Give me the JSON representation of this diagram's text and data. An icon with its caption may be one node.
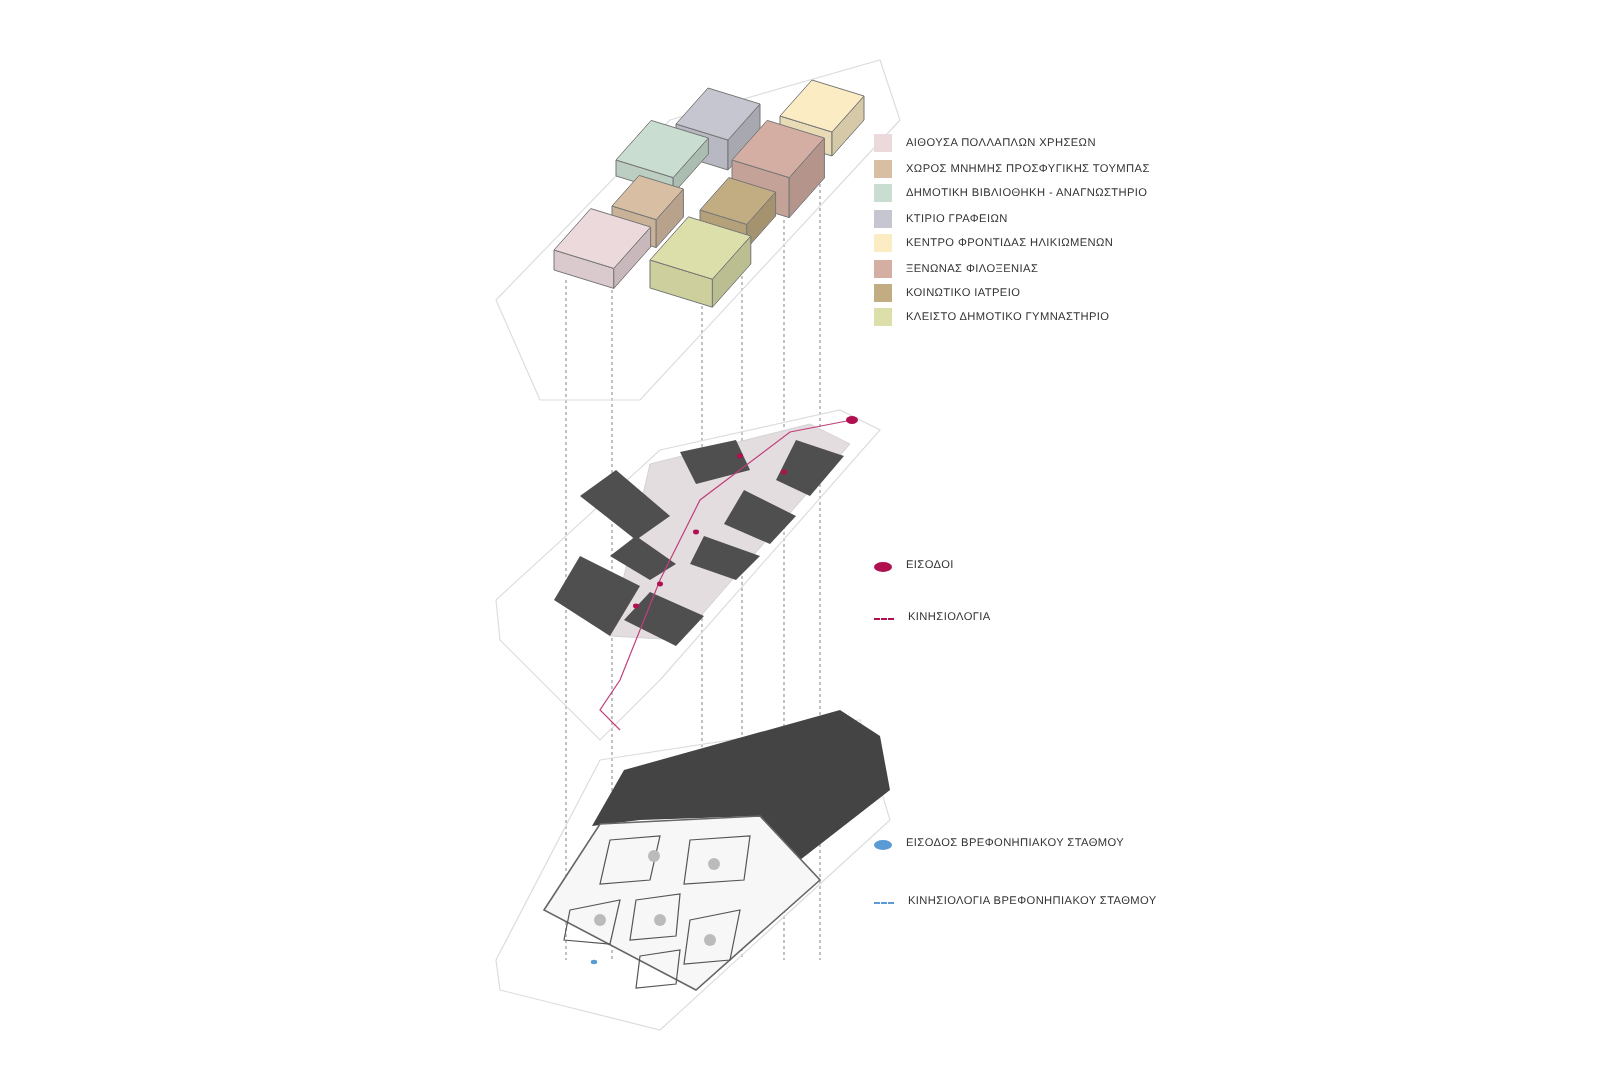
{
  "diagram": {
    "legend": [
      {
        "text": "ΑΙΘΟΥΣΑ ΠΟΛΛΑΠΛΩΝ ΧΡΗΣΕΩΝ",
        "color": "#ecd9dc"
      },
      {
        "text": "ΧΩΡΟΣ ΜΝΗΜΗΣ ΠΡΟΣΦΥΓΙΚΗΣ ΤΟΥΜΠΑΣ",
        "color": "#d8bfa3"
      },
      {
        "text": "ΔΗΜΟΤΙΚΗ ΒΙΒΛΙΟΘΗΚΗ - ΑΝΑΓΝΩΣΤΗΡΙΟ",
        "color": "#c9ddd0"
      },
      {
        "text": "ΚΤΙΡΙΟ ΓΡΑΦΕΙΩΝ",
        "color": "#c5c6cf"
      },
      {
        "text": "ΚΕΝΤΡΟ ΦΡΟΝΤΙΔΑΣ ΗΛΙΚΙΩΜΕΝΩΝ",
        "color": "#fbecc4"
      },
      {
        "text": "ΞΕΝΩΝΑΣ ΦΙΛΟΞΕΝΙΑΣ",
        "color": "#d4aea3"
      },
      {
        "text": "ΚΟΙΝΩΤΙΚΟ ΙΑΤΡΕΙΟ",
        "color": "#c2ad82"
      },
      {
        "text": "ΚΛΕΙΣΤΟ ΔΗΜΟΤΙΚΟ ΓΥΜΝΑΣΤΗΡΙΟ",
        "color": "#dcdfa9"
      },
      {
        "text": "ΕΙΣΟΔΟΙ",
        "color": "#b0104f"
      },
      {
        "text": "ΚΙΝΗΣΙΟΛΟΓΙΑ"
      },
      {
        "text": "ΕΙΣΟΔΟΣ ΒΡΕΦΟΝΗΠΙΑΚΟΥ ΣΤΑΘΜΟΥ",
        "color": "#5b9bd5"
      },
      {
        "text": "ΚΙΝΗΣΙΟΛΟΓΙΑ ΒΡΕΦΟΝΗΠΙΑΚΟΥ ΣΤΑΘΜΟΥ"
      }
    ]
  }
}
